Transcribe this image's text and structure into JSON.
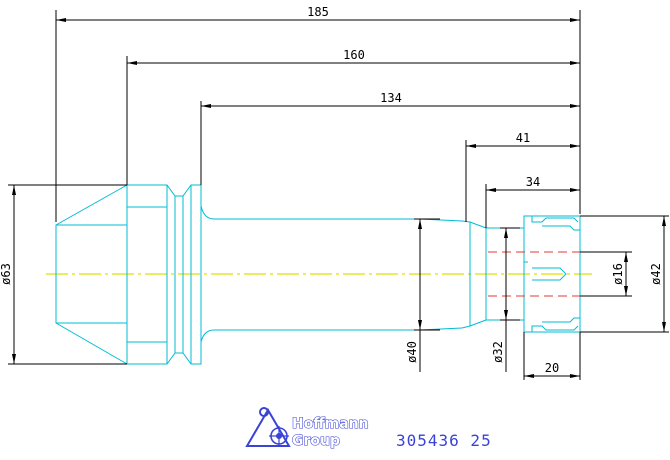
{
  "drawing": {
    "dimensions": {
      "overall_length": "185",
      "shank_length": "160",
      "neck_length": "134",
      "nose_length": "41",
      "collet_length": "34",
      "nut_length": "20"
    },
    "diameters": {
      "flange": "ø63",
      "neck": "ø40",
      "nose": "ø32",
      "clamp": "ø16",
      "nut": "ø42"
    }
  },
  "brand": {
    "line1": "Hoffmann",
    "line2": "Group",
    "part_number": "305436 25"
  },
  "colors": {
    "outline": "#00bcd4",
    "dimension": "#000000",
    "centerline": "#e0e000",
    "hidden": "#e53935",
    "brand": "#3a43d6"
  }
}
